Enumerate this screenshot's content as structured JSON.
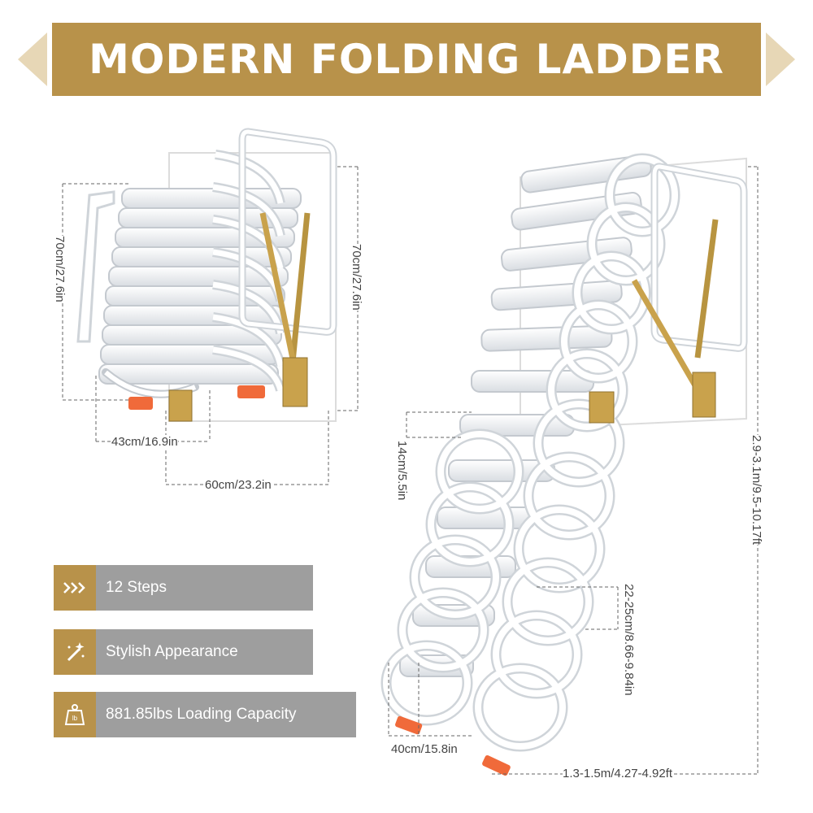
{
  "banner": {
    "title": "MODERN FOLDING LADDER"
  },
  "dimensions": {
    "folded_height_left": "70cm/27.6in",
    "folded_height_right": "70cm/27.6in",
    "folded_depth": "43cm/16.9in",
    "folded_width": "60cm/23.2in",
    "step_height": "14cm/5.5in",
    "total_height": "2.9-3.1m/9.5-10.17ft",
    "step_spacing": "22-25cm/8.66-9.84in",
    "step_width": "40cm/15.8in",
    "extended_reach": "1.3-1.5m/4.27-4.92ft"
  },
  "features": [
    {
      "icon": "chevron-triple-icon",
      "label": "12 Steps"
    },
    {
      "icon": "magic-wand-icon",
      "label": "Stylish Appearance"
    },
    {
      "icon": "weight-lb-icon",
      "label": "881.85lbs Loading Capacity"
    }
  ],
  "colors": {
    "accent": "#b8924a",
    "accent_light": "#e7d7b6",
    "feature_bg": "#9e9e9e",
    "stop_orange": "#f06a3a"
  }
}
